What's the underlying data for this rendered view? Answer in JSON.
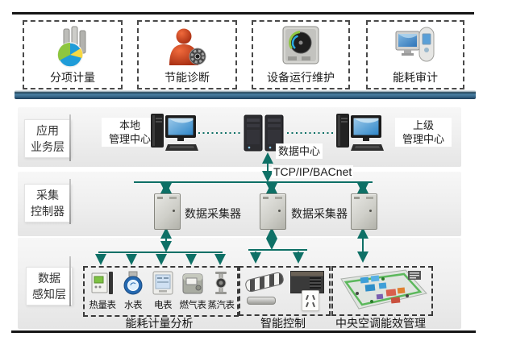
{
  "colors": {
    "connector_teal": "#0e7066",
    "divider_bar_blue": "#3d6f92",
    "rule_black": "#161616",
    "band_gray": "#ececec"
  },
  "top_modules": [
    {
      "label": "分项计量",
      "icon": "pie-chart-icon"
    },
    {
      "label": "节能诊断",
      "icon": "person-gear-icon"
    },
    {
      "label": "设备运行维护",
      "icon": "gauge-device-icon"
    },
    {
      "label": "能耗审计",
      "icon": "audit-devices-icon"
    }
  ],
  "layers": [
    {
      "line1": "应用",
      "line2": "业务层"
    },
    {
      "line1": "采集",
      "line2": "控制器"
    },
    {
      "line1": "数据",
      "line2": "感知层"
    }
  ],
  "application_layer": {
    "local_center": {
      "line1": "本地",
      "line2": "管理中心"
    },
    "data_center_label": "数据中心",
    "remote_center": {
      "line1": "上级",
      "line2": "管理中心"
    },
    "protocol_label": "TCP/IP/BACnet"
  },
  "collection_layer": {
    "collector1_label": "数据采集器",
    "collector2_label": "数据采集器"
  },
  "perception_layer": {
    "meters": [
      "热量表",
      "水表",
      "电表",
      "燃气表",
      "蒸汽表"
    ],
    "group_labels": [
      "能耗计量分析",
      "智能控制",
      "中央空调能效管理"
    ]
  }
}
